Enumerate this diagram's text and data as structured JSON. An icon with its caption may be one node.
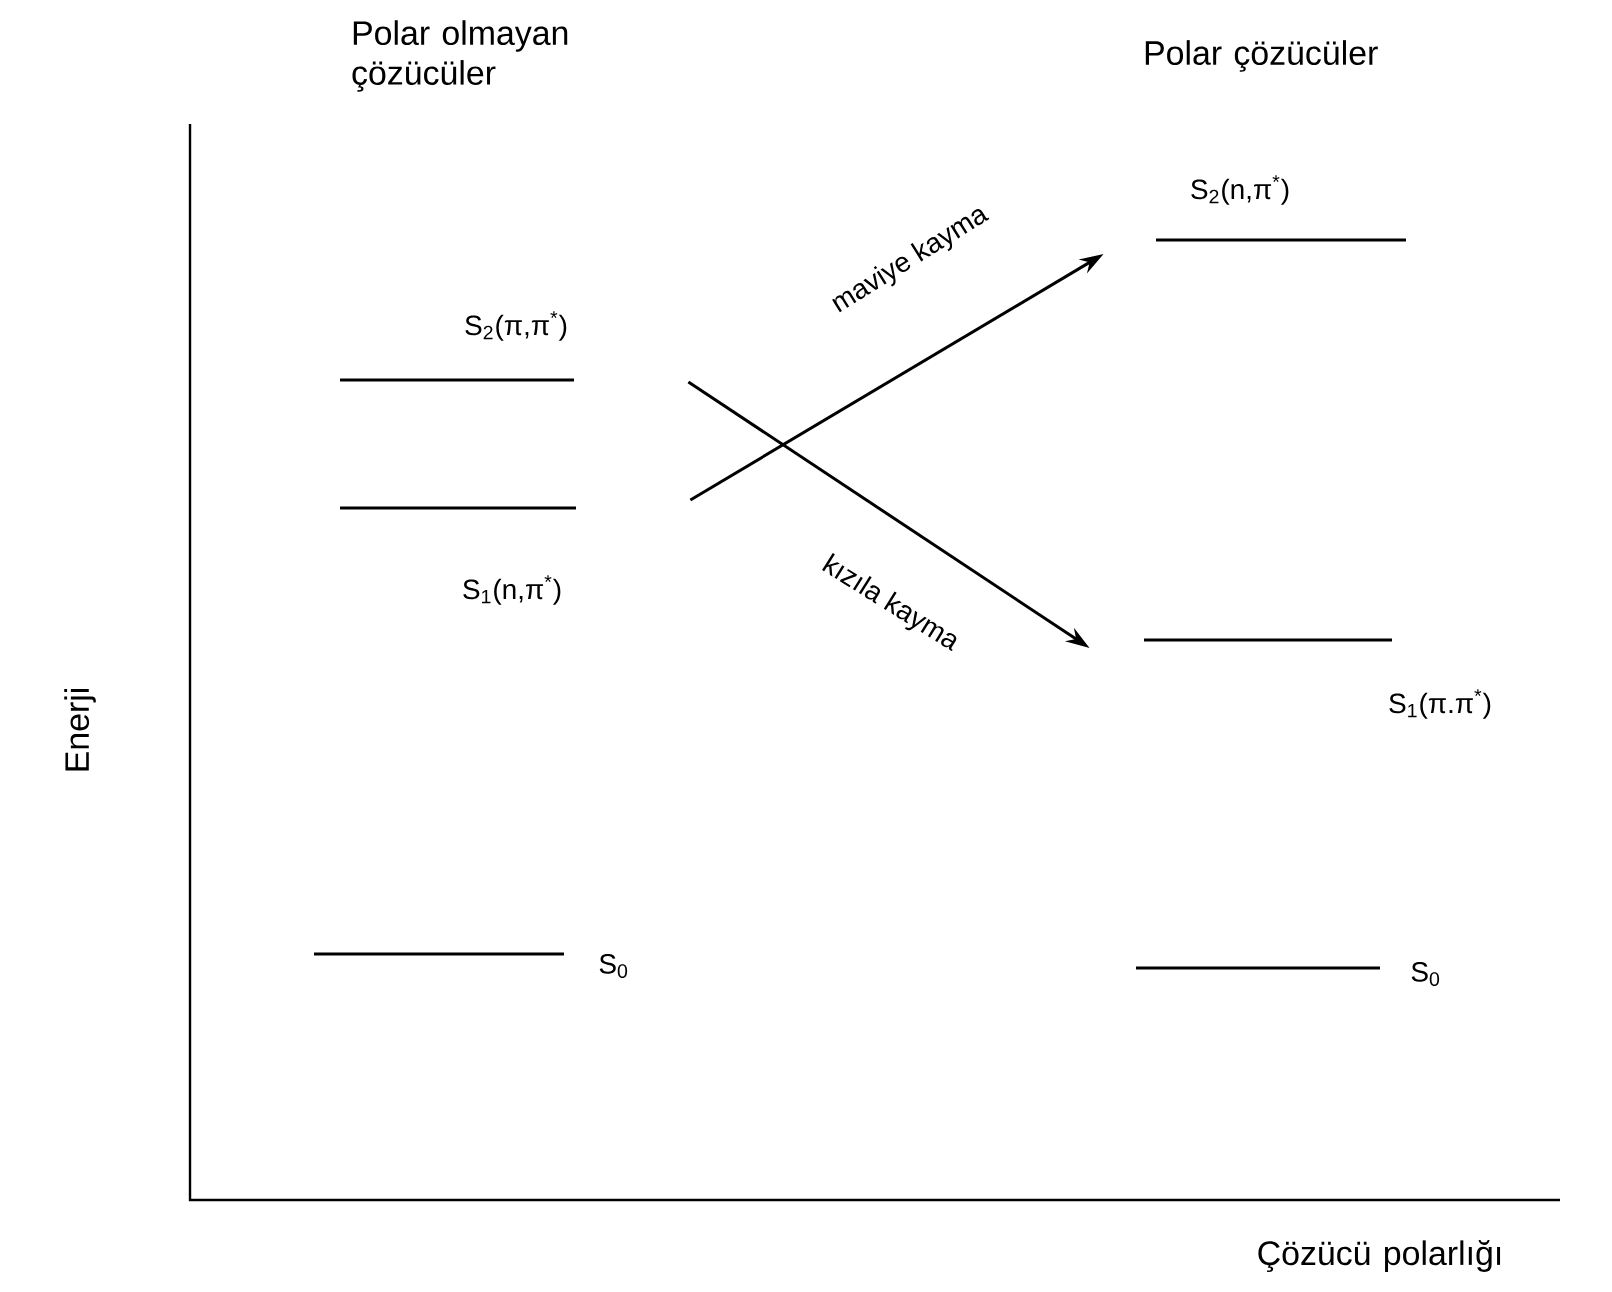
{
  "diagram": {
    "nodes": [
      {
        "text": [],
        "shape": "bar",
        "beside": [
          "S$_{2}$(π,π$^{*}$)"
        ]
      },
      {
        "text": [],
        "shape": "bar",
        "beside": [
          "S$_{1}$(n,π$^{*}$)"
        ]
      },
      {
        "text": [],
        "shape": "bar",
        "beside": [
          "S$_{0}$"
        ]
      },
      {
        "text": [],
        "shape": "bar",
        "beside": [
          "S$_{2}$(n,π$^{*}$)"
        ]
      },
      {
        "text": [],
        "shape": "bar",
        "beside": [
          "S$_{1}$(π.π$^{*}$)"
        ]
      },
      {
        "text": [],
        "shape": "bar",
        "beside": [
          "S$_{0}$"
        ]
      }
    ],
    "edges": [
      {
        "from": 1,
        "to": 3,
        "arrow": "to",
        "label": "maviye kayma"
      },
      {
        "from": 0,
        "to": 4,
        "arrow": "to",
        "label": "kızıla kayma"
      }
    ],
    "labels": [
      "Polar olmayan çözücüler",
      "Polar çözücüler",
      "Enerji",
      "Çözücü polarlığı"
    ]
  }
}
